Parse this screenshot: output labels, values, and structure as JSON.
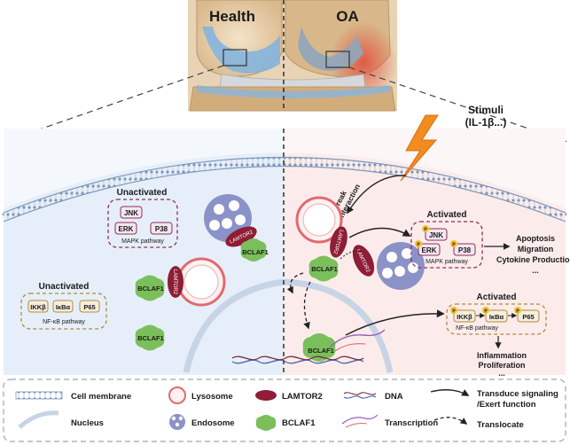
{
  "knee": {
    "health_label": "Health",
    "oa_label": "OA"
  },
  "stimuli": {
    "title": "Stimuli",
    "subtitle": "(IL-1β...)"
  },
  "left_panel": {
    "mapk_state": "Unactivated",
    "mapk_caption": "MAPK pathway",
    "nfkb_state": "Unactivated",
    "nfkb_caption": "NF-κB pathway",
    "kinases": {
      "jnk": "JNK",
      "erk": "ERK",
      "p38": "P38"
    },
    "nfkb_nodes": {
      "ikkb": "IKKβ",
      "ikba": "IκBα",
      "p65": "P65"
    },
    "bclaf1": "BCLAF1",
    "lamtor2": "LAMTOR2"
  },
  "right_panel": {
    "break_interaction": "Break\nInteraction",
    "mapk_state": "Activated",
    "mapk_caption": "MAPK pathway",
    "nfkb_state": "Activated",
    "nfkb_caption": "NF-κB pathway",
    "kinases": {
      "jnk": "JNK",
      "erk": "ERK",
      "p38": "P38"
    },
    "nfkb_nodes": {
      "ikkb": "IKKβ",
      "ikba": "IκBα",
      "p65": "P65"
    },
    "phospho": "P",
    "mapk_outcomes": [
      "Apoptosis",
      "Migration",
      "Cytokine Production",
      "..."
    ],
    "nfkb_outcomes": [
      "Inflammation",
      "Proliferation",
      "..."
    ],
    "bclaf1": "BCLAF1",
    "lamtor2": "LAMTOR2"
  },
  "legend": {
    "cell_membrane": "Cell membrane",
    "lysosome": "Lysosome",
    "lamtor2": "LAMTOR2",
    "dna": "DNA",
    "transduce": "Transduce signaling\n/Exert function",
    "nucleus": "Nucleus",
    "endosome": "Endosome",
    "bclaf1": "BCLAF1",
    "transcription": "Transcription",
    "translocate": "Translocate"
  },
  "colors": {
    "left_bg": "#e6eff9",
    "right_bg": "#fbeceb",
    "membrane": "#8aa4c3",
    "lysosome": "#e16a6f",
    "lamtor2": "#8e1d35",
    "bclaf1": "#7bbf5b",
    "endosome": "#8b92c8",
    "mapk_box": "#8d2d5c",
    "nfkb_box": "#b08a3a",
    "phospho": "#f2c232",
    "bolt": "#f28b20"
  }
}
